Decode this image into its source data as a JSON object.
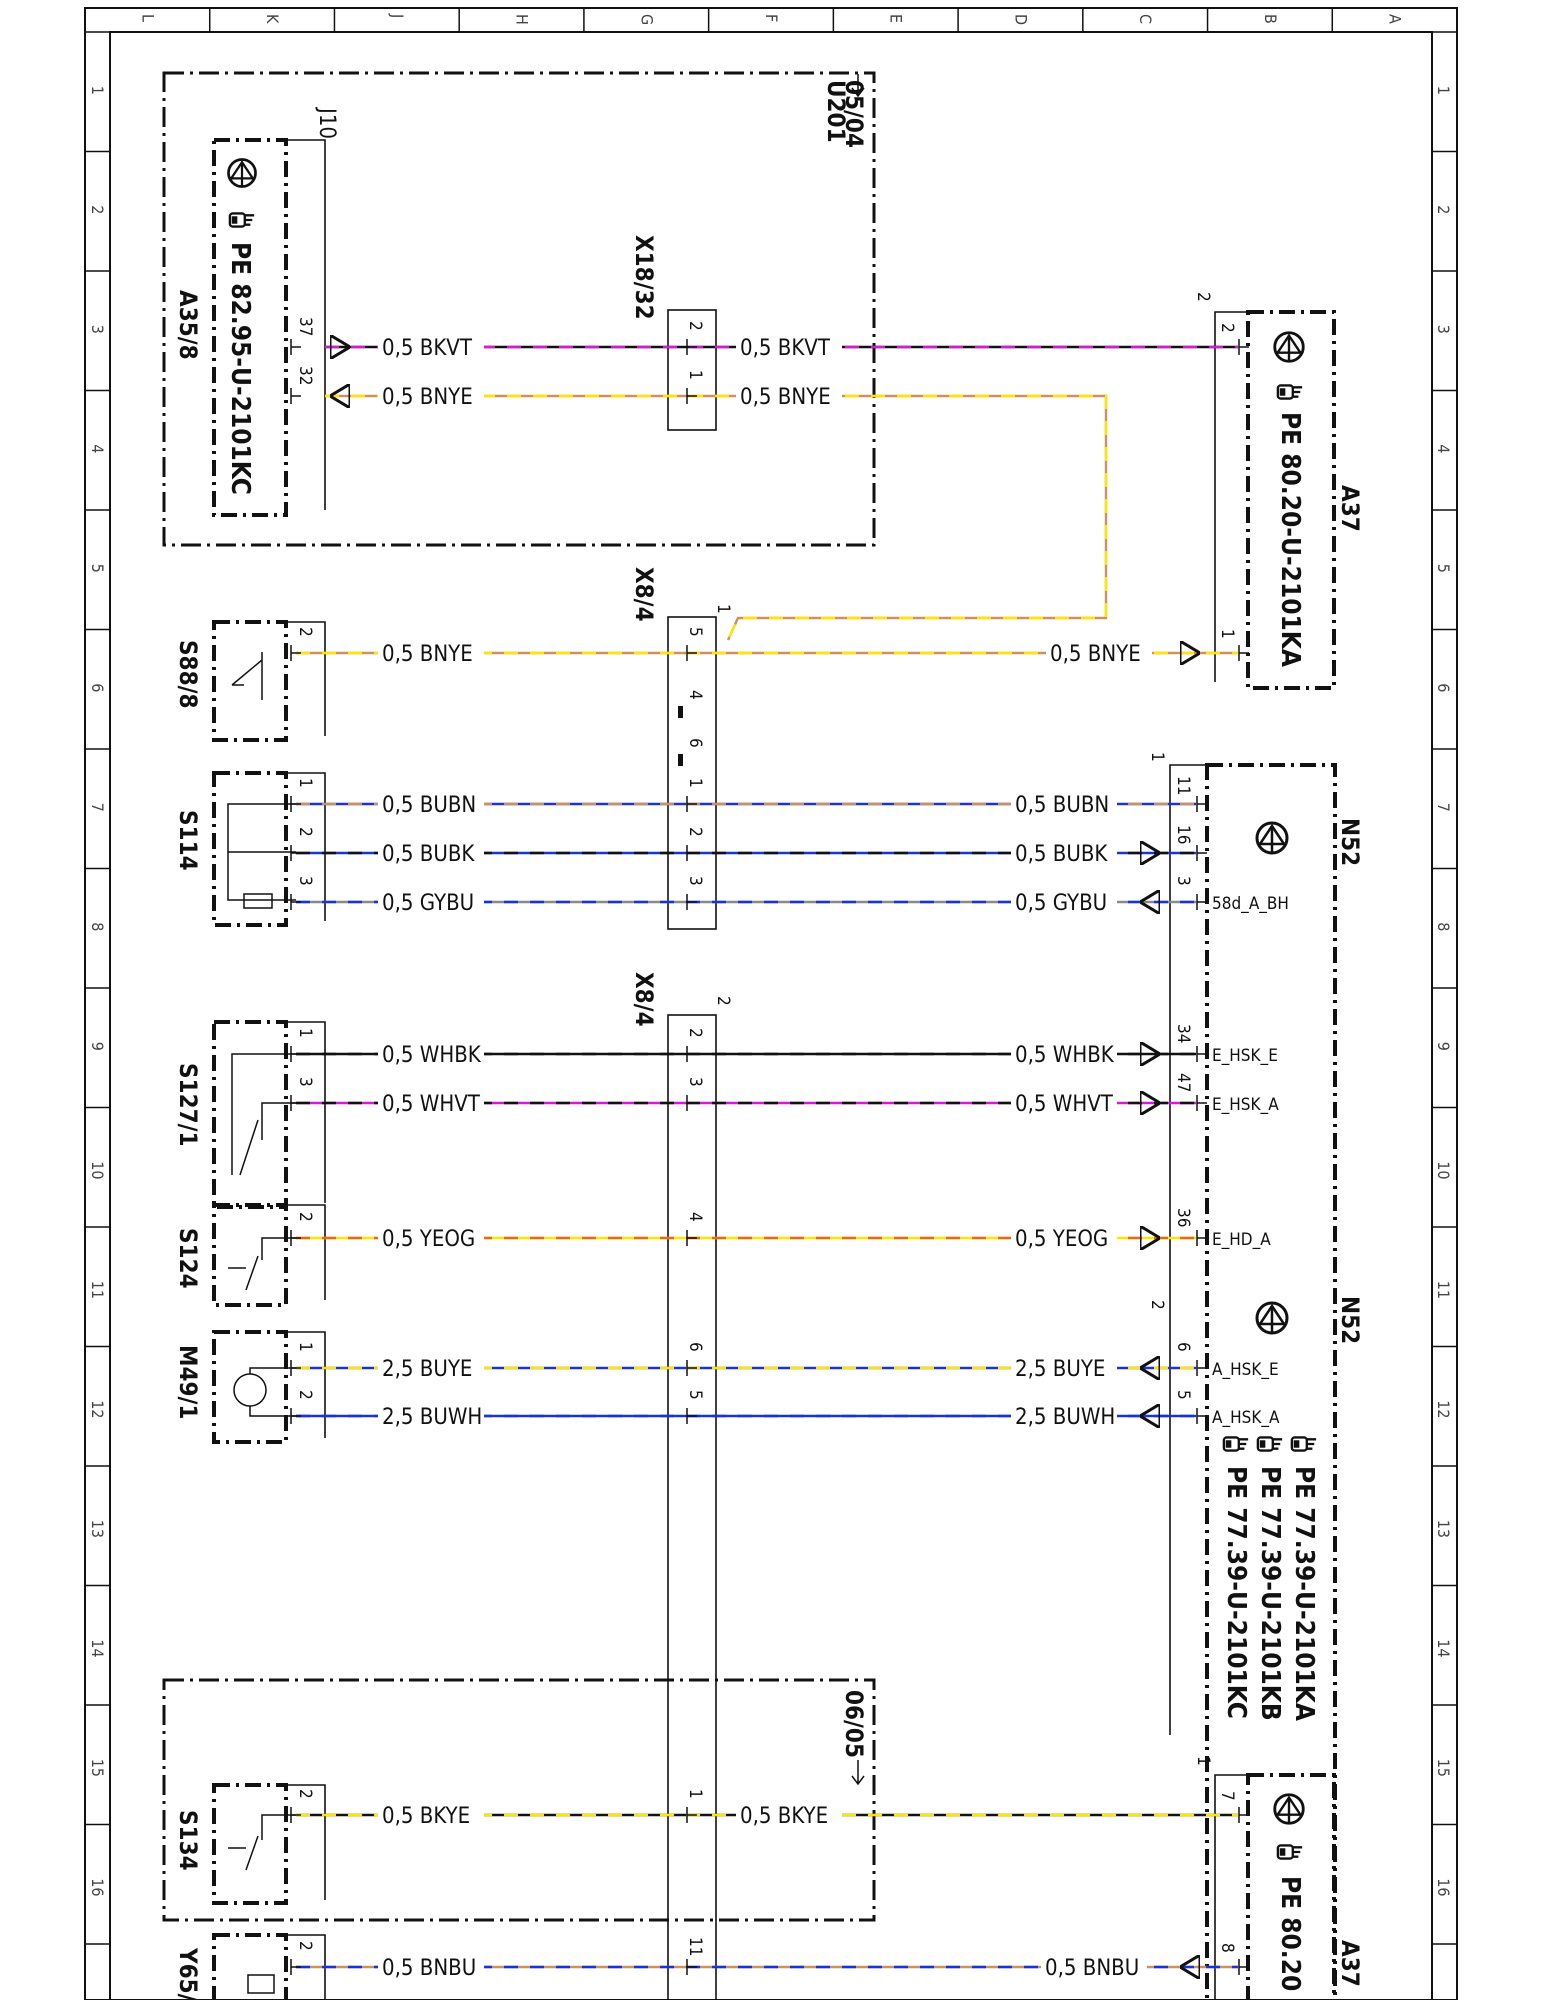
{
  "grid": {
    "columns": [
      "L",
      "K",
      "J",
      "H",
      "G",
      "F",
      "E",
      "D",
      "C",
      "B",
      "A"
    ],
    "rows": [
      "1",
      "2",
      "3",
      "4",
      "5",
      "6",
      "7",
      "8",
      "9",
      "10",
      "11",
      "12",
      "13",
      "14",
      "15",
      "16"
    ]
  },
  "components": {
    "a35_8": {
      "ref": "A35/8",
      "pe": "PE 82.95-U-2101KC"
    },
    "a37_top": {
      "ref": "A37",
      "pe": "PE 80.20-U-2101KA"
    },
    "a37_bottom": {
      "ref": "A37",
      "pe": "PE 80.20"
    },
    "n52_top": {
      "ref": "N52"
    },
    "n52_bottom": {
      "ref": "N52",
      "pe_lines": [
        "PE 77.39-U-2101KA",
        "PE 77.39-U-2101KB",
        "PE 77.39-U-2101KC"
      ]
    },
    "s88_8": {
      "ref": "S88/8"
    },
    "s114": {
      "ref": "S114"
    },
    "s127_1": {
      "ref": "S127/1"
    },
    "s124": {
      "ref": "S124"
    },
    "m49_1": {
      "ref": "M49/1"
    },
    "s134": {
      "ref": "S134"
    },
    "y65": {
      "ref": "Y65/"
    }
  },
  "connectors": {
    "x18_32": "X18/32",
    "x8_4_top": "X8/4",
    "x8_4_bottom": "X8/4",
    "j10": "J10",
    "u201": "U201",
    "ref_top": "05/04",
    "ref_bottom": "06/05"
  },
  "wires": [
    {
      "label": "0,5 BKVT",
      "colors": [
        "#111111",
        "#d21bd2"
      ]
    },
    {
      "label": "0,5 BNYE",
      "colors": [
        "#c9925e",
        "#ffe500"
      ]
    },
    {
      "label": "0,5 BUBN",
      "colors": [
        "#1a33d6",
        "#c9925e"
      ]
    },
    {
      "label": "0,5 BUBK",
      "colors": [
        "#1a33d6",
        "#111111"
      ]
    },
    {
      "label": "0,5 GYBU",
      "colors": [
        "#8a8a8a",
        "#1a33d6"
      ]
    },
    {
      "label": "0,5 WHBK",
      "colors": [
        "#111111",
        "#111111"
      ]
    },
    {
      "label": "0,5 WHVT",
      "colors": [
        "#d21bd2",
        "#111111"
      ]
    },
    {
      "label": "0,5 YEOG",
      "colors": [
        "#ffe500",
        "#e86a10"
      ]
    },
    {
      "label": "2,5 BUYE",
      "colors": [
        "#1a33d6",
        "#ffe500"
      ]
    },
    {
      "label": "2,5 BUWH",
      "colors": [
        "#1a33d6",
        "#1a33d6"
      ]
    },
    {
      "label": "0,5 BKYE",
      "colors": [
        "#111111",
        "#ffe500"
      ]
    },
    {
      "label": "0,5 BNBU",
      "colors": [
        "#c9925e",
        "#1a33d6"
      ]
    }
  ],
  "pins": {
    "a35_8": [
      "37",
      "32"
    ],
    "x18_32": [
      "2",
      "1"
    ],
    "a37_top": [
      "2",
      "1"
    ],
    "a37_top_header": "2",
    "x8_4_top": [
      "5",
      "4",
      "6",
      "1",
      "2",
      "3"
    ],
    "x8_4_top_header": "1",
    "s88_8": [
      "2"
    ],
    "s114": [
      "1",
      "2",
      "3"
    ],
    "n52_top": [
      "11",
      "16",
      "3",
      "34",
      "47",
      "36"
    ],
    "n52_top_header": "1",
    "s127_1": [
      "1",
      "3"
    ],
    "x8_4_bottom": [
      "2",
      "3",
      "4",
      "6",
      "5",
      "1",
      "11"
    ],
    "x8_4_bottom_header": "2",
    "s124": [
      "2"
    ],
    "m49_1": [
      "1",
      "2"
    ],
    "n52_bottom": [
      "6",
      "5"
    ],
    "n52_bottom_header": "2",
    "s134": [
      "2"
    ],
    "a37_bottom": [
      "7",
      "8"
    ],
    "a37_bottom_header": "1",
    "y65": [
      "2"
    ]
  },
  "signals": [
    "58d_A_BH",
    "E_HSK_E",
    "E_HSK_A",
    "E_HD_A",
    "A_HSK_E",
    "A_HSK_A"
  ]
}
